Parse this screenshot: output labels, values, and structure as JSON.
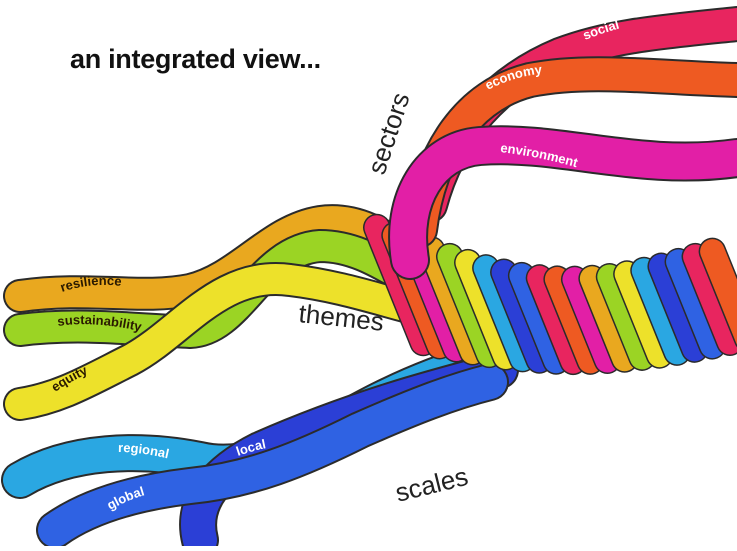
{
  "heading": "an integrated view...",
  "groups": {
    "sectors": "sectors",
    "themes": "themes",
    "scales": "scales"
  },
  "sectors": [
    {
      "label": "social",
      "color": "#e8255f"
    },
    {
      "label": "economy",
      "color": "#ee5a22"
    },
    {
      "label": "environment",
      "color": "#e21fa6"
    }
  ],
  "themes": [
    {
      "label": "resilience",
      "color": "#e9a81f"
    },
    {
      "label": "sustainability",
      "color": "#9bd424"
    },
    {
      "label": "equity",
      "color": "#ede12a"
    }
  ],
  "scales": [
    {
      "label": "regional",
      "color": "#2aa7e2"
    },
    {
      "label": "local",
      "color": "#2b3fd6"
    },
    {
      "label": "global",
      "color": "#2f62e3"
    }
  ],
  "braid_colors": [
    "#e8255f",
    "#ee5a22",
    "#e21fa6",
    "#e9a81f",
    "#9bd424",
    "#ede12a",
    "#2aa7e2",
    "#2b3fd6",
    "#2f62e3"
  ]
}
